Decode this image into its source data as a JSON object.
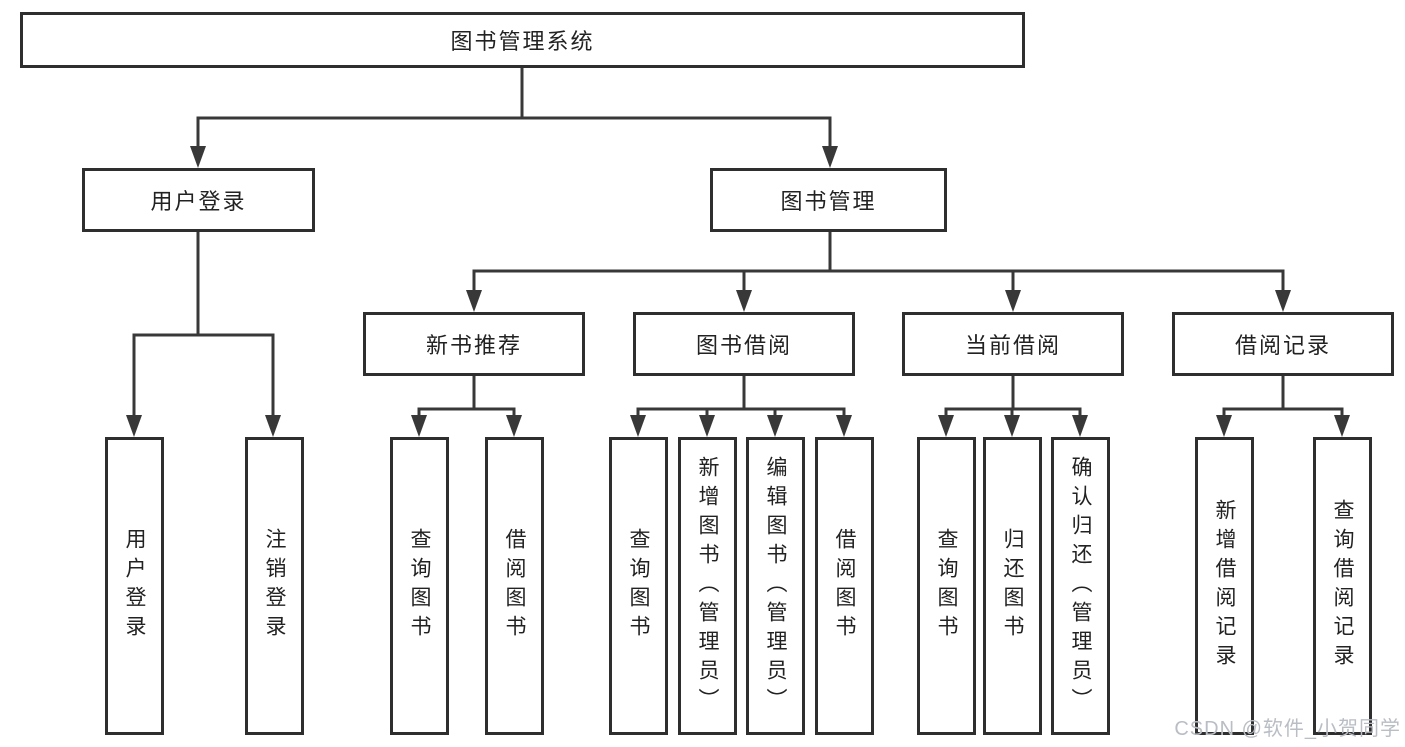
{
  "diagram": {
    "type": "tree-structure-chart",
    "root": {
      "label": "图书管理系统"
    },
    "level2": [
      {
        "label": "用户登录"
      },
      {
        "label": "图书管理"
      }
    ],
    "level3": [
      {
        "label": "新书推荐"
      },
      {
        "label": "图书借阅"
      },
      {
        "label": "当前借阅"
      },
      {
        "label": "借阅记录"
      }
    ],
    "leaves": [
      {
        "label": "用户登录",
        "parent": "用户登录"
      },
      {
        "label": "注销登录",
        "parent": "用户登录"
      },
      {
        "label": "查询图书",
        "parent": "新书推荐"
      },
      {
        "label": "借阅图书",
        "parent": "新书推荐"
      },
      {
        "label": "查询图书",
        "parent": "图书借阅"
      },
      {
        "label": "新增图书（管理员）",
        "parent": "图书借阅"
      },
      {
        "label": "编辑图书（管理员）",
        "parent": "图书借阅"
      },
      {
        "label": "借阅图书",
        "parent": "图书借阅"
      },
      {
        "label": "查询图书",
        "parent": "当前借阅"
      },
      {
        "label": "归还图书",
        "parent": "当前借阅"
      },
      {
        "label": "确认归还（管理员）",
        "parent": "当前借阅"
      },
      {
        "label": "新增借阅记录",
        "parent": "借阅记录"
      },
      {
        "label": "查询借阅记录",
        "parent": "借阅记录"
      }
    ]
  },
  "watermark": {
    "text": "CSDN @软件_小贺同学",
    "color": "#b9bdc4"
  },
  "colors": {
    "background": "#ffffff",
    "line": "#383838",
    "box_border": "#2e2e2e",
    "text": "#222222"
  }
}
